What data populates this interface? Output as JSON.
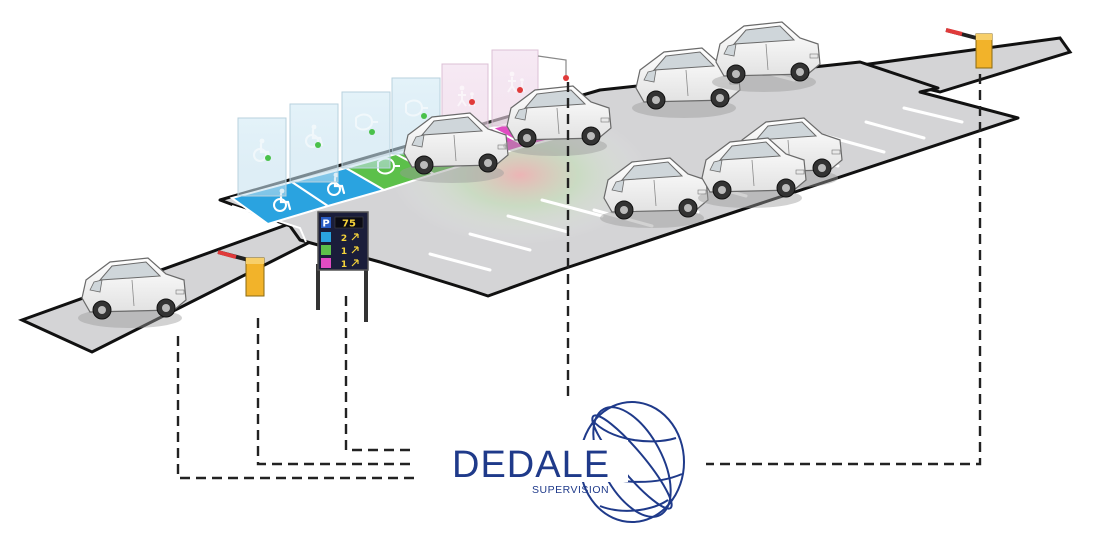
{
  "colors": {
    "asphalt": "#d4d4d6",
    "road_edge": "#111111",
    "bay_line": "#ffffff",
    "bay_blue": "#2aa3e0",
    "bay_green": "#5cc04a",
    "bay_magenta": "#e04cc2",
    "brand_blue": "#1f3a8a",
    "barrier_yellow": "#f2b32a",
    "sign_panel": "#1a1d3a",
    "sign_digits": "#f5d33a"
  },
  "sign": {
    "header": "P",
    "total": "75",
    "rows": [
      {
        "icon": "wheelchair-icon",
        "count": "2",
        "color": "#2aa3e0"
      },
      {
        "icon": "ev-charging-icon",
        "count": "1",
        "color": "#5cc04a"
      },
      {
        "icon": "family-icon",
        "count": "1",
        "color": "#e04cc2"
      }
    ]
  },
  "logo": {
    "name": "DEDALE",
    "subtitle": "SUPERVISION"
  },
  "bay_icons": [
    "wheelchair-icon",
    "wheelchair-icon",
    "ev-charging-icon",
    "ev-charging-icon",
    "family-icon",
    "family-icon"
  ]
}
